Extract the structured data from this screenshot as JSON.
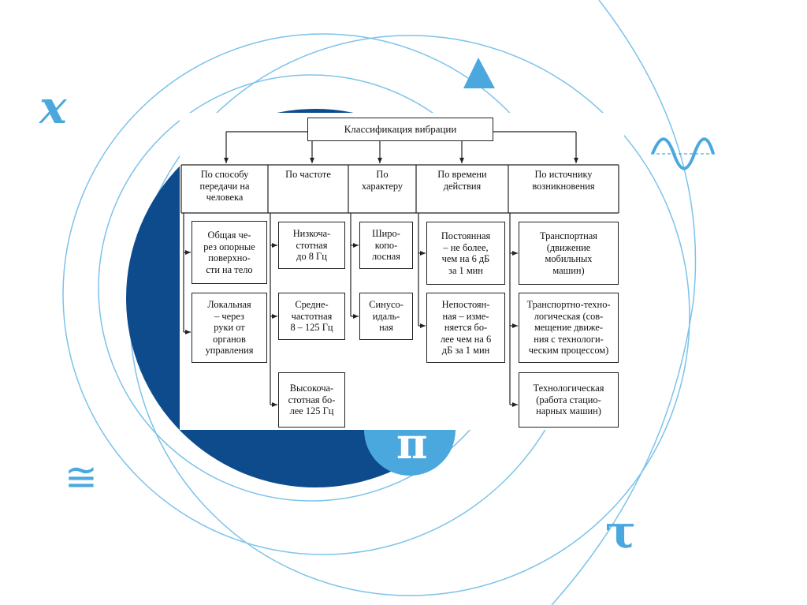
{
  "root": "Классификация вибрации",
  "categories": [
    {
      "label": "По способу\nпередачи на\nчеловека",
      "items": [
        "Общая че-\nрез опорные\nповерхно-\nсти на тело",
        "Локальная\n– через\nруки от\nорганов\nуправления"
      ]
    },
    {
      "label": "По частоте",
      "items": [
        "Низкоча-\nстотная\nдо 8 Гц",
        "Средне-\nчастотная\n8 – 125 Гц",
        "Высокоча-\nстотная бо-\nлее 125 Гц"
      ]
    },
    {
      "label": "По\nхарактеру",
      "items": [
        "Широ-\nкопо-\nлосная",
        "Синусо-\nидаль-\nная"
      ]
    },
    {
      "label": "По времени\nдействия",
      "items": [
        "Постоянная\n– не более,\nчем на 6 дБ\nза 1 мин",
        "Непостоян-\nная – изме-\nняется бо-\nлее чем на 6\nдБ за 1 мин"
      ]
    },
    {
      "label": "По источнику\nвозникновения",
      "items": [
        "Транспортная\n(движение\nмобильных\nмашин)",
        "Транспортно-техно-\nлогическая (сов-\nмещение движе-\nния с технологи-\nческим процессом)",
        "Технологическая\n(работа стацио-\nнарных машин)"
      ]
    }
  ],
  "decor": {
    "symbols": [
      "x",
      "τ",
      "≅",
      "π"
    ],
    "accent_color": "#4aa8df",
    "navy_color": "#0d4b8c"
  }
}
